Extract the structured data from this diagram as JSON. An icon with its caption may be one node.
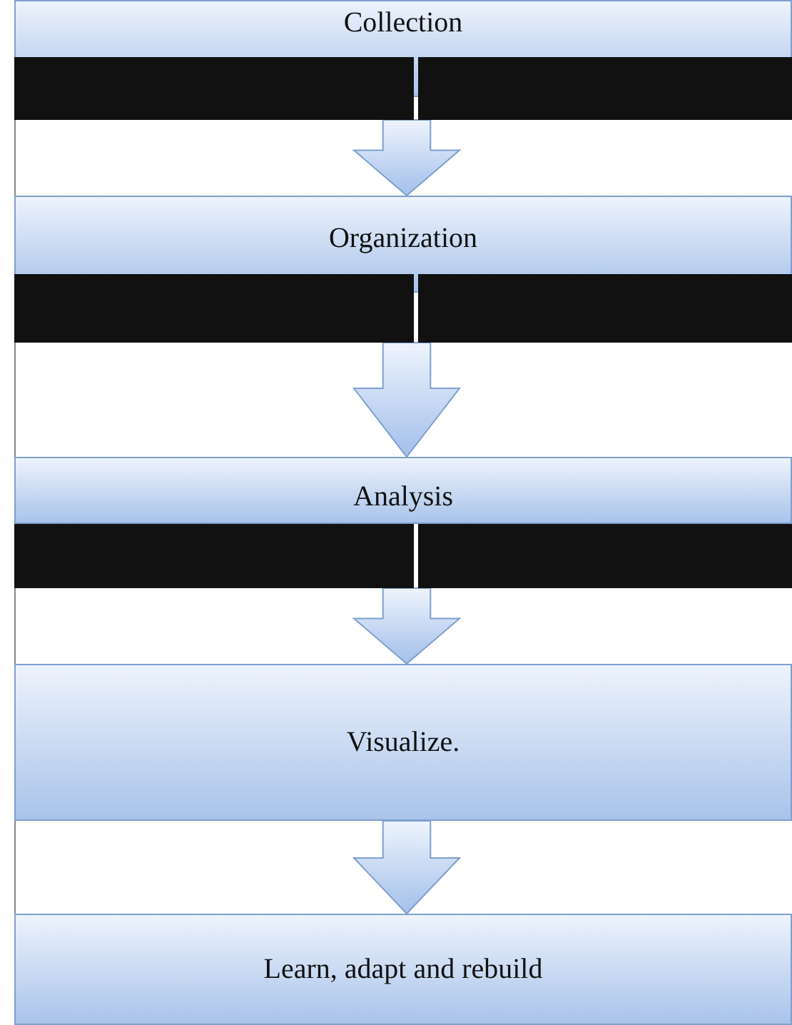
{
  "diagram": {
    "nodes": [
      {
        "text": [
          "Collection"
        ]
      },
      {
        "text": [
          "Organization"
        ]
      },
      {
        "text": [
          "Analysis"
        ]
      },
      {
        "text": [
          "Visualize."
        ]
      },
      {
        "text": [
          "Learn, adapt and rebuild"
        ]
      }
    ],
    "edges": [
      {
        "from": 0,
        "to": 1,
        "arrow": "to"
      },
      {
        "from": 1,
        "to": 2,
        "arrow": "to"
      },
      {
        "from": 2,
        "to": 3,
        "arrow": "to"
      },
      {
        "from": 3,
        "to": 4,
        "arrow": "to"
      }
    ]
  }
}
